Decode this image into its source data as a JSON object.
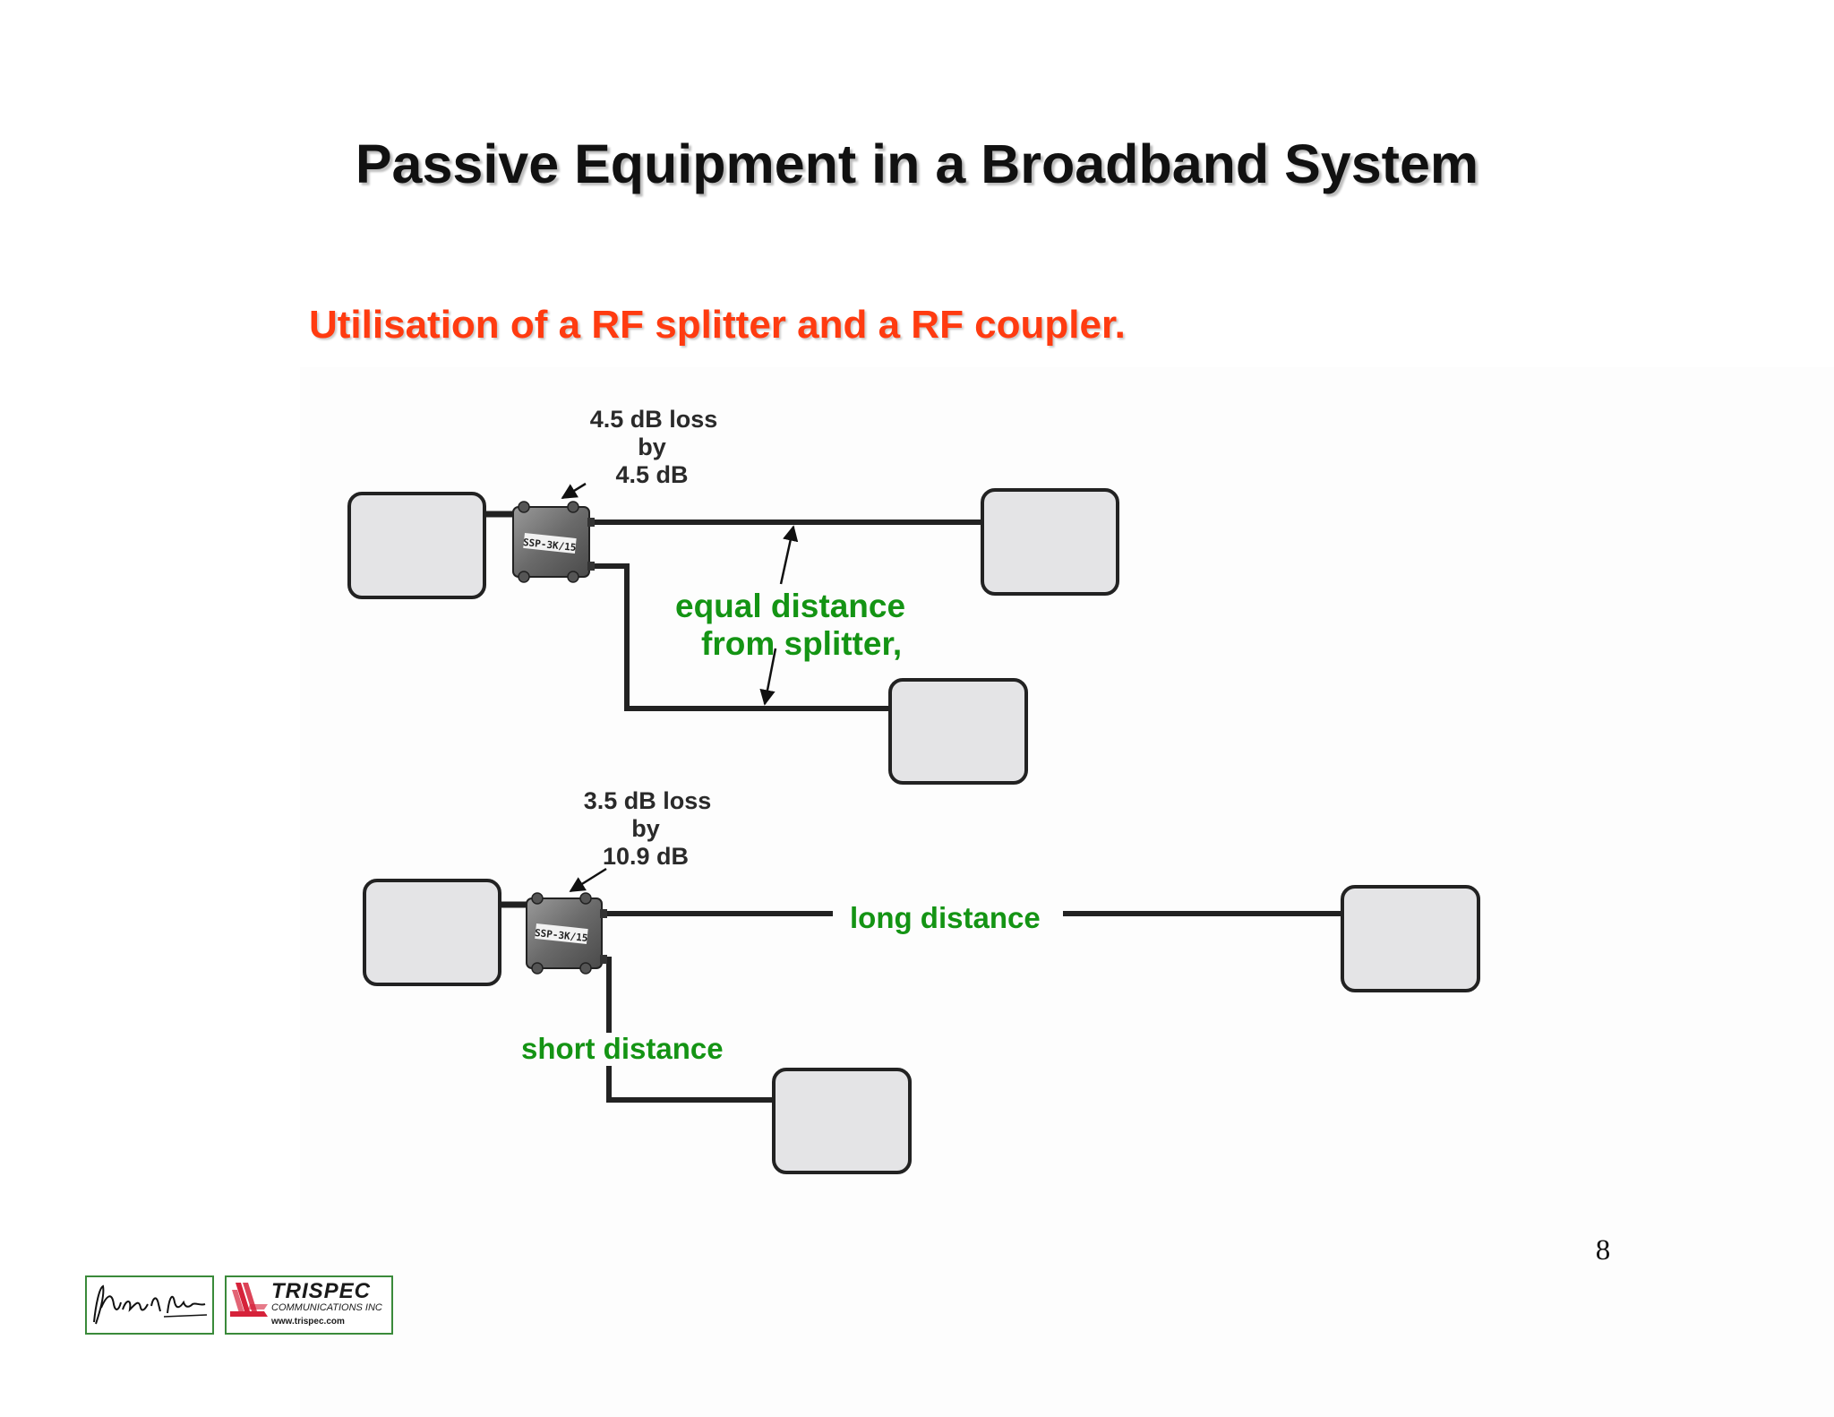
{
  "title": "Passive Equipment in a Broadband System",
  "subtitle": "Utilisation of a RF splitter and a RF coupler.",
  "splitter": {
    "loss_lines": [
      "4.5 dB loss",
      "by",
      "4.5 dB"
    ],
    "device_label": "SSP-3K/15",
    "note_lines": [
      "equal distance",
      "from splitter,"
    ]
  },
  "coupler": {
    "loss_lines": [
      "3.5 dB loss",
      "by",
      "10.9 dB"
    ],
    "device_label": "SSP-3K/15",
    "long_label": "long distance",
    "short_label": "short distance"
  },
  "page_number": "8",
  "logos": {
    "signature": "JA Andy Laumann signature",
    "company_name": "TRISPEC",
    "company_sub": "COMMUNICATIONS INC",
    "company_url": "www.trispec.com"
  },
  "colors": {
    "subtitle": "#ff3b10",
    "annotation_green": "#149414",
    "box_fill": "#e4e4e6",
    "line": "#222222"
  }
}
